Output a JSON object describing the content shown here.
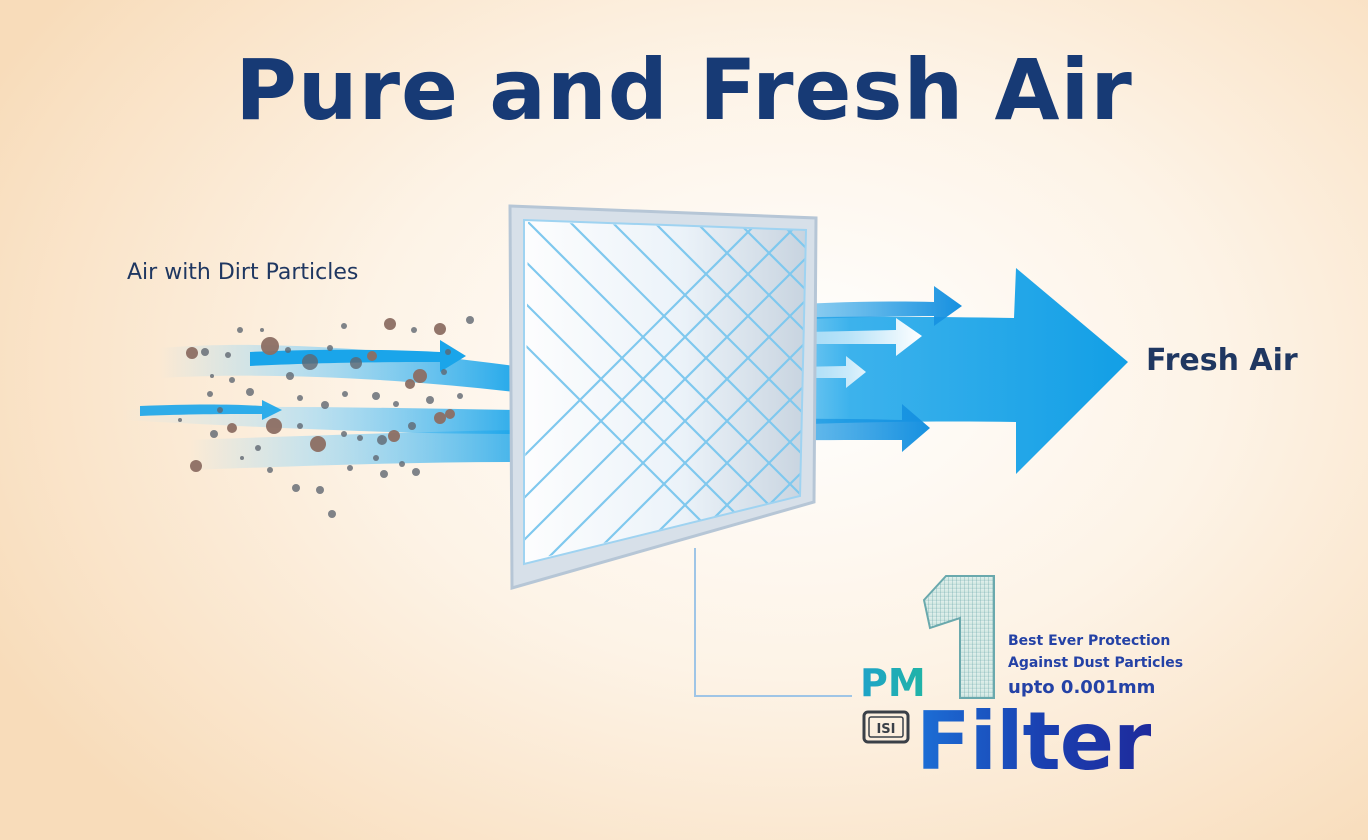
{
  "title": "Pure and Fresh Air",
  "labels": {
    "input": "Air with Dirt Particles",
    "output": "Fresh Air"
  },
  "badge": {
    "digit": "1",
    "prefix": "PM",
    "name": "Filter",
    "mark_text": "ISI",
    "line1": "Best Ever Protection",
    "line2": "Against Dust Particles",
    "line3": "upto 0.001mm"
  },
  "icons": {
    "filter": "mesh-filter-panel",
    "particles": "dust-particle-dots",
    "airflow": "airflow-arrows",
    "mark": "isi-certification-mark"
  },
  "colors": {
    "title": "#173a75",
    "text": "#1f3761",
    "air": "#1aa5ea",
    "air_light": "#8fd4f7",
    "mesh": "#7fc8ee",
    "frame": "#b6c6d6",
    "particle_brown": "#8c6e63",
    "particle_grey": "#5f6670",
    "badge_blue": "#2442a6",
    "badge_grid": "#5c9fa4"
  }
}
